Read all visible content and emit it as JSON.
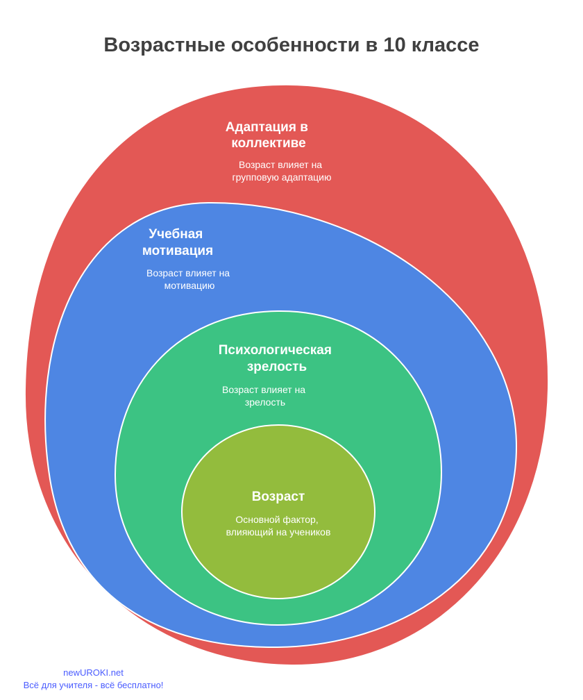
{
  "title": "Возрастные особенности в 10 классе",
  "colors": {
    "outer": "#E35855",
    "middle": "#4E86E3",
    "inner": "#3CC383",
    "core": "#93BC3D",
    "stroke": "#ffffff",
    "watermark": "#4A5CFF"
  },
  "rings": {
    "adaptation": {
      "heading": [
        "Адаптация в",
        "коллективе"
      ],
      "description": [
        "Возраст влияет на",
        "групповую адаптацию"
      ]
    },
    "motivation": {
      "heading": [
        "Учебная",
        "мотивация"
      ],
      "description": [
        "Возраст влияет на",
        "мотивацию"
      ]
    },
    "maturity": {
      "heading": [
        "Психологическая",
        "зрелость"
      ],
      "description": [
        "Возраст влияет на",
        "зрелость"
      ]
    },
    "age": {
      "heading": [
        "Возраст"
      ],
      "description": [
        "Основной фактор,",
        "влияющий на учеников"
      ]
    }
  },
  "watermark": {
    "line1": "newUROKI.net",
    "line2": "Всё для учителя - всё бесплатно!"
  }
}
